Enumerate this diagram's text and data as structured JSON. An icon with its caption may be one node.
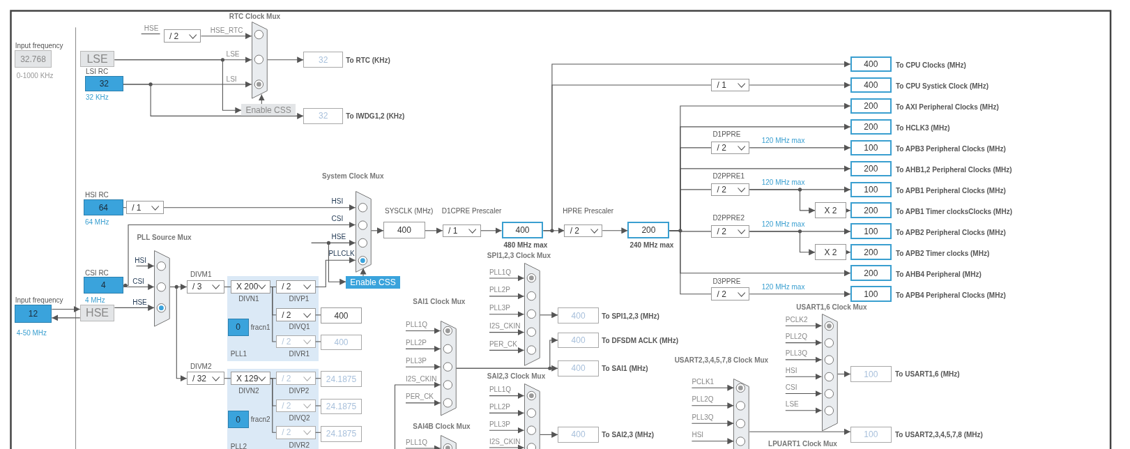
{
  "diagram": {
    "nodes": [
      {
        "text": [
          "Input frequency",
          "32.768"
        ],
        "beside": [
          "0-1000 KHz"
        ]
      },
      {
        "text": [
          "LSE"
        ]
      },
      {
        "text": [
          "LSI RC",
          "32"
        ],
        "beside": [
          "32 KHz"
        ]
      },
      {
        "text": [
          "/ 2"
        ]
      },
      {
        "text": [
          "RTC Clock Mux"
        ]
      },
      {
        "text": [
          "Enable CSS"
        ]
      },
      {
        "text": [
          "32"
        ],
        "beside": [
          "To RTC (KHz)"
        ]
      },
      {
        "text": [
          "32"
        ],
        "beside": [
          "To IWDG1,2 (KHz)"
        ]
      },
      {
        "text": [
          "HSI RC",
          "64"
        ],
        "beside": [
          "64 MHz"
        ]
      },
      {
        "text": [
          "/ 1"
        ]
      },
      {
        "text": [
          "System Clock Mux"
        ]
      },
      {
        "text": [
          "SYSCLK (MHz)",
          "400"
        ]
      },
      {
        "text": [
          "D1CPRE Prescaler",
          "/ 1"
        ]
      },
      {
        "text": [
          "400"
        ],
        "beside": [
          "480 MHz max"
        ]
      },
      {
        "text": [
          "HPRE Prescaler",
          "/ 2"
        ]
      },
      {
        "text": [
          "200"
        ],
        "beside": [
          "240 MHz max"
        ]
      },
      {
        "text": [
          "400"
        ],
        "beside": [
          "To CPU Clocks (MHz)"
        ]
      },
      {
        "text": [
          "/ 1"
        ]
      },
      {
        "text": [
          "400"
        ],
        "beside": [
          "To CPU Systick Clock (MHz)"
        ]
      },
      {
        "text": [
          "200"
        ],
        "beside": [
          "To AXI Peripheral Clocks (MHz)"
        ]
      },
      {
        "text": [
          "200"
        ],
        "beside": [
          "To HCLK3 (MHz)"
        ]
      },
      {
        "text": [
          "D1PPRE",
          "/ 2"
        ]
      },
      {
        "text": [
          "100"
        ],
        "beside": [
          "To APB3 Peripheral Clocks (MHz)"
        ]
      },
      {
        "text": [
          "200"
        ],
        "beside": [
          "To AHB1,2 Peripheral Clocks (MHz)"
        ]
      },
      {
        "text": [
          "D2PPRE1",
          "/ 2"
        ]
      },
      {
        "text": [
          "100"
        ],
        "beside": [
          "To APB1 Peripheral Clocks (MHz)"
        ]
      },
      {
        "text": [
          "X 2"
        ]
      },
      {
        "text": [
          "200"
        ],
        "beside": [
          "To APB1 Timer clocksClocks (MHz)"
        ]
      },
      {
        "text": [
          "D2PPRE2",
          "/ 2"
        ]
      },
      {
        "text": [
          "100"
        ],
        "beside": [
          "To APB2 Peripheral Clocks (MHz)"
        ]
      },
      {
        "text": [
          "X 2"
        ]
      },
      {
        "text": [
          "200"
        ],
        "beside": [
          "To APB2 Timer clocks (MHz)"
        ]
      },
      {
        "text": [
          "200"
        ],
        "beside": [
          "To AHB4 Peripheral (MHz)"
        ]
      },
      {
        "text": [
          "D3PPRE",
          "/ 2"
        ]
      },
      {
        "text": [
          "100"
        ],
        "beside": [
          "To APB4 Peripheral Clocks (MHz)"
        ]
      },
      {
        "text": [
          "CSI RC",
          "4"
        ],
        "beside": [
          "4 MHz"
        ]
      },
      {
        "text": [
          "Input frequency",
          "12"
        ],
        "beside": [
          "4-50 MHz"
        ]
      },
      {
        "text": [
          "HSE"
        ]
      },
      {
        "text": [
          "PLL Source Mux"
        ]
      },
      {
        "text": [
          "Enable CSS"
        ]
      },
      {
        "text": [
          "DIVM1",
          "/ 3"
        ]
      },
      {
        "text": [
          "DIVM2",
          "/ 32"
        ]
      },
      {
        "text": [
          "PLL1"
        ]
      },
      {
        "text": [
          "X 200",
          "DIVN1"
        ],
        "in": 42
      },
      {
        "text": [
          "0",
          "fracn1"
        ],
        "in": 42
      },
      {
        "text": [
          "/ 2",
          "DIVP1"
        ],
        "in": 42
      },
      {
        "text": [
          "/ 2",
          "DIVQ1"
        ],
        "in": 42
      },
      {
        "text": [
          "/ 2",
          "DIVR1"
        ],
        "in": 42
      },
      {
        "text": [
          "400"
        ]
      },
      {
        "text": [
          "400"
        ]
      },
      {
        "text": [
          "PLL2"
        ]
      },
      {
        "text": [
          "X 129",
          "DIVN2"
        ],
        "in": 50
      },
      {
        "text": [
          "0",
          "fracn2"
        ],
        "in": 50
      },
      {
        "text": [
          "/ 2",
          "DIVP2"
        ],
        "in": 50
      },
      {
        "text": [
          "/ 2",
          "DIVQ2"
        ],
        "in": 50
      },
      {
        "text": [
          "/ 2",
          "DIVR2"
        ],
        "in": 50
      },
      {
        "text": [
          "24.1875"
        ]
      },
      {
        "text": [
          "24.1875"
        ]
      },
      {
        "text": [
          "24.1875"
        ]
      },
      {
        "text": [
          "SAI1 Clock Mux"
        ]
      },
      {
        "text": [
          "SPI1,2,3 Clock Mux"
        ]
      },
      {
        "text": [
          "400"
        ],
        "beside": [
          "To SPI1,2,3 (MHz)"
        ]
      },
      {
        "text": [
          "400"
        ],
        "beside": [
          "To DFSDM ACLK (MHz)"
        ]
      },
      {
        "text": [
          "400"
        ],
        "beside": [
          "To SAI1 (MHz)"
        ]
      },
      {
        "text": [
          "SAI2,3 Clock Mux"
        ]
      },
      {
        "text": [
          "400"
        ],
        "beside": [
          "To SAI2,3 (MHz)"
        ]
      },
      {
        "text": [
          "SAI4B Clock Mux"
        ]
      },
      {
        "text": [
          "USART1,6 Clock Mux"
        ]
      },
      {
        "text": [
          "100"
        ],
        "beside": [
          "To USART1,6 (MHz)"
        ]
      },
      {
        "text": [
          "USART2,3,4,5,7,8 Clock Mux"
        ]
      },
      {
        "text": [
          "100"
        ],
        "beside": [
          "To USART2,3,4,5,7,8 (MHz)"
        ]
      },
      {
        "text": [
          "LPUART1 Clock Mux"
        ]
      }
    ],
    "edges": [
      {
        "from": 3,
        "to": 4,
        "arrow": "to",
        "label": "HSE_RTC"
      },
      {
        "from": 1,
        "to": 4,
        "arrow": "to",
        "label": "LSE"
      },
      {
        "from": 2,
        "to": 4,
        "arrow": "to",
        "label": "LSI"
      },
      {
        "from": 1,
        "to": 5,
        "arrow": "to"
      },
      {
        "from": 5,
        "to": 4,
        "arrow": "to"
      },
      {
        "from": 4,
        "to": 6,
        "arrow": "to"
      },
      {
        "from": 2,
        "to": 7,
        "arrow": "to"
      },
      {
        "from": 8,
        "to": 9,
        "arrow": "none"
      },
      {
        "from": 9,
        "to": 10,
        "arrow": "to",
        "label": "HSI"
      },
      {
        "from": 35,
        "to": 10,
        "arrow": "to",
        "label": "CSI"
      },
      {
        "from": null,
        "to": 10,
        "arrow": "to",
        "label": "HSE"
      },
      {
        "from": 45,
        "to": 10,
        "arrow": "to",
        "label": "PLLCLK"
      },
      {
        "from": null,
        "to": 39,
        "arrow": "to"
      },
      {
        "from": 39,
        "to": 10,
        "arrow": "to"
      },
      {
        "from": 10,
        "to": 11,
        "arrow": "to"
      },
      {
        "from": 11,
        "to": 12,
        "arrow": "to"
      },
      {
        "from": 12,
        "to": 13,
        "arrow": "to"
      },
      {
        "from": 13,
        "to": 14,
        "arrow": "to"
      },
      {
        "from": 14,
        "to": 15,
        "arrow": "to"
      },
      {
        "from": 13,
        "to": 16,
        "arrow": "to"
      },
      {
        "from": 13,
        "to": 17,
        "arrow": "none"
      },
      {
        "from": 17,
        "to": 18,
        "arrow": "to"
      },
      {
        "from": 15,
        "to": 19,
        "arrow": "to"
      },
      {
        "from": 15,
        "to": 20,
        "arrow": "to"
      },
      {
        "from": 15,
        "to": 21,
        "arrow": "none"
      },
      {
        "from": 21,
        "to": 22,
        "arrow": "to",
        "label": "120 MHz max"
      },
      {
        "from": 15,
        "to": 23,
        "arrow": "to"
      },
      {
        "from": 15,
        "to": 24,
        "arrow": "none"
      },
      {
        "from": 24,
        "to": 25,
        "arrow": "to",
        "label": "120 MHz max"
      },
      {
        "from": 24,
        "to": 26,
        "arrow": "to"
      },
      {
        "from": 26,
        "to": 27,
        "arrow": "to"
      },
      {
        "from": 15,
        "to": 28,
        "arrow": "none"
      },
      {
        "from": 28,
        "to": 29,
        "arrow": "to",
        "label": "120 MHz max"
      },
      {
        "from": 28,
        "to": 30,
        "arrow": "to"
      },
      {
        "from": 30,
        "to": 31,
        "arrow": "to"
      },
      {
        "from": 15,
        "to": 32,
        "arrow": "to"
      },
      {
        "from": 15,
        "to": 33,
        "arrow": "none"
      },
      {
        "from": 33,
        "to": 34,
        "arrow": "to",
        "label": "120 MHz max"
      },
      {
        "from": 36,
        "to": 37,
        "arrow": "to"
      },
      {
        "from": 37,
        "to": 36,
        "arrow": "to"
      },
      {
        "from": null,
        "to": 38,
        "arrow": "to",
        "label": "HSI"
      },
      {
        "from": 35,
        "to": 38,
        "arrow": "to",
        "label": "CSI"
      },
      {
        "from": 37,
        "to": 38,
        "arrow": "to",
        "label": "HSE"
      },
      {
        "from": 38,
        "to": 40,
        "arrow": "to"
      },
      {
        "from": 38,
        "to": 41,
        "arrow": "to"
      },
      {
        "from": 40,
        "to": 43,
        "arrow": "none"
      },
      {
        "from": 43,
        "to": 45,
        "arrow": "none"
      },
      {
        "from": 43,
        "to": 46,
        "arrow": "none"
      },
      {
        "from": 43,
        "to": 47,
        "arrow": "none"
      },
      {
        "from": 46,
        "to": 48,
        "arrow": "none"
      },
      {
        "from": 47,
        "to": 49,
        "arrow": "none"
      },
      {
        "from": 41,
        "to": 51,
        "arrow": "none"
      },
      {
        "from": 51,
        "to": 53,
        "arrow": "none"
      },
      {
        "from": 51,
        "to": 54,
        "arrow": "none"
      },
      {
        "from": 51,
        "to": 55,
        "arrow": "none"
      },
      {
        "from": 53,
        "to": 56,
        "arrow": "none"
      },
      {
        "from": 54,
        "to": 57,
        "arrow": "none"
      },
      {
        "from": 55,
        "to": 58,
        "arrow": "none"
      },
      {
        "from": null,
        "to": 59,
        "arrow": "to",
        "label": "PLL1Q"
      },
      {
        "from": null,
        "to": 59,
        "arrow": "to",
        "label": "PLL2P"
      },
      {
        "from": null,
        "to": 59,
        "arrow": "to",
        "label": "PLL3P"
      },
      {
        "from": null,
        "to": 59,
        "arrow": "to",
        "label": "I2S_CKIN"
      },
      {
        "from": null,
        "to": 59,
        "arrow": "to",
        "label": "PER_CK"
      },
      {
        "from": null,
        "to": 60,
        "arrow": "to",
        "label": "PLL1Q"
      },
      {
        "from": null,
        "to": 60,
        "arrow": "to",
        "label": "PLL2P"
      },
      {
        "from": null,
        "to": 60,
        "arrow": "to",
        "label": "PLL3P"
      },
      {
        "from": null,
        "to": 60,
        "arrow": "to",
        "label": "I2S_CKIN"
      },
      {
        "from": null,
        "to": 60,
        "arrow": "to",
        "label": "PER_CK"
      },
      {
        "from": 60,
        "to": 61,
        "arrow": "to"
      },
      {
        "from": 59,
        "to": 62,
        "arrow": "to"
      },
      {
        "from": 59,
        "to": 63,
        "arrow": "to"
      },
      {
        "from": null,
        "to": 64,
        "arrow": "to",
        "label": "PLL1Q"
      },
      {
        "from": null,
        "to": 64,
        "arrow": "to",
        "label": "PLL2P"
      },
      {
        "from": null,
        "to": 64,
        "arrow": "to",
        "label": "PLL3P"
      },
      {
        "from": null,
        "to": 64,
        "arrow": "to",
        "label": "I2S_CKIN"
      },
      {
        "from": 64,
        "to": 65,
        "arrow": "to"
      },
      {
        "from": null,
        "to": 66,
        "arrow": "to",
        "label": "PLL1Q"
      },
      {
        "from": null,
        "to": 67,
        "arrow": "to",
        "label": "PCLK2"
      },
      {
        "from": null,
        "to": 67,
        "arrow": "to",
        "label": "PLL2Q"
      },
      {
        "from": null,
        "to": 67,
        "arrow": "to",
        "label": "PLL3Q"
      },
      {
        "from": null,
        "to": 67,
        "arrow": "to",
        "label": "HSI"
      },
      {
        "from": null,
        "to": 67,
        "arrow": "to",
        "label": "CSI"
      },
      {
        "from": null,
        "to": 67,
        "arrow": "to",
        "label": "LSE"
      },
      {
        "from": 67,
        "to": 68,
        "arrow": "to"
      },
      {
        "from": null,
        "to": 69,
        "arrow": "to",
        "label": "PCLK1"
      },
      {
        "from": null,
        "to": 69,
        "arrow": "to",
        "label": "PLL2Q"
      },
      {
        "from": null,
        "to": 69,
        "arrow": "to",
        "label": "PLL3Q"
      },
      {
        "from": null,
        "to": 69,
        "arrow": "to",
        "label": "HSI"
      },
      {
        "from": 69,
        "to": 70,
        "arrow": "to"
      }
    ],
    "labels": [
      "HSE"
    ]
  }
}
